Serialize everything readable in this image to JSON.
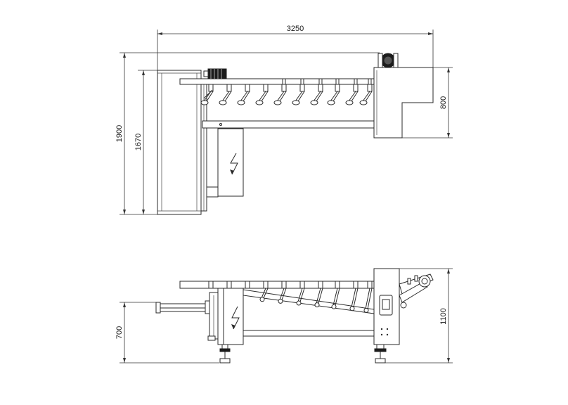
{
  "top_view": {
    "dim_width": "3250",
    "dim_height_outer": "1900",
    "dim_height_inner": "1670",
    "dim_box_height": "800"
  },
  "side_view": {
    "dim_total_height": "1100",
    "dim_table_height": "700"
  },
  "colors": {
    "line": "#2a2a2a",
    "motor": "#1c1c1c",
    "background": "#ffffff"
  }
}
